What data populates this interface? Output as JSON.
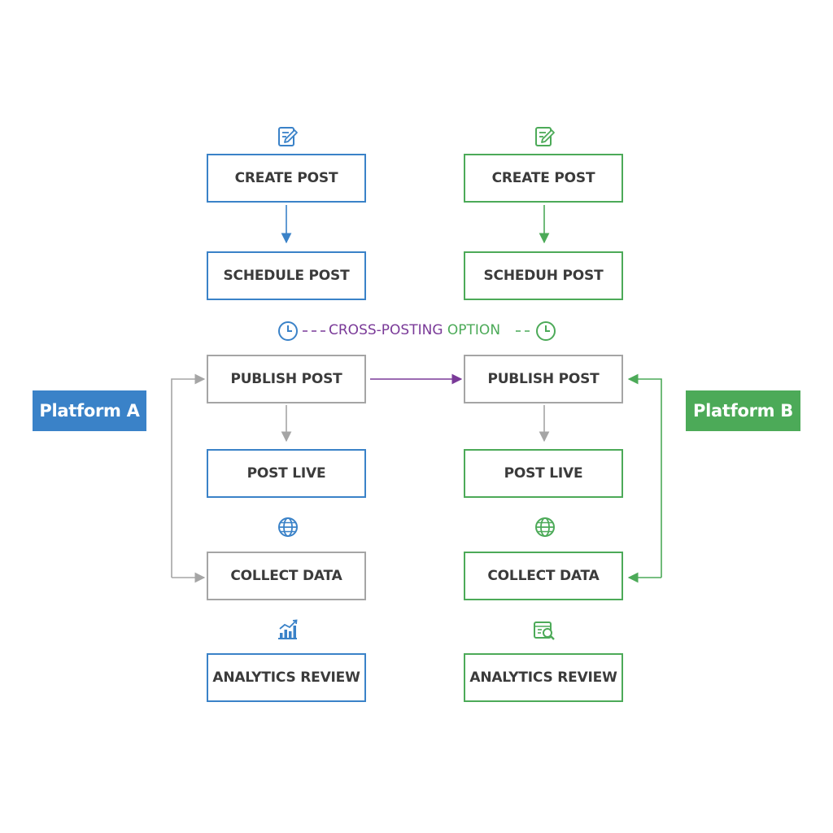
{
  "colors": {
    "platform_a": "#3a82c8",
    "platform_b": "#4caa58",
    "neutral": "#a5a5a5",
    "cross_posting": "#7a3a98",
    "text": "#3b3b3b"
  },
  "platform_a": {
    "label": "Platform A",
    "create": "CREATE POST",
    "schedule": "SCHEDULE POST",
    "publish": "PUBLISH POST",
    "live": "POST LIVE",
    "collect": "COLLECT DATA",
    "analytics": "ANALYTICS REVIEW",
    "icons": [
      "edit-icon",
      "globe-icon",
      "bar-chart-icon"
    ]
  },
  "platform_b": {
    "label": "Platform B",
    "create": "CREATE POST",
    "schedule": "SCHEDUH POST",
    "publish": "PUBLISH POST",
    "live": "POST LIVE",
    "collect": "COLLECT DATA",
    "analytics": "ANALYTICS REVIEW",
    "icons": [
      "edit-icon",
      "globe-icon",
      "report-search-icon"
    ]
  },
  "cross_posting": {
    "label_part1": "CROSS-POSTING",
    "label_part2": " OPTION",
    "icons": [
      "clock-icon",
      "clock-icon"
    ]
  }
}
